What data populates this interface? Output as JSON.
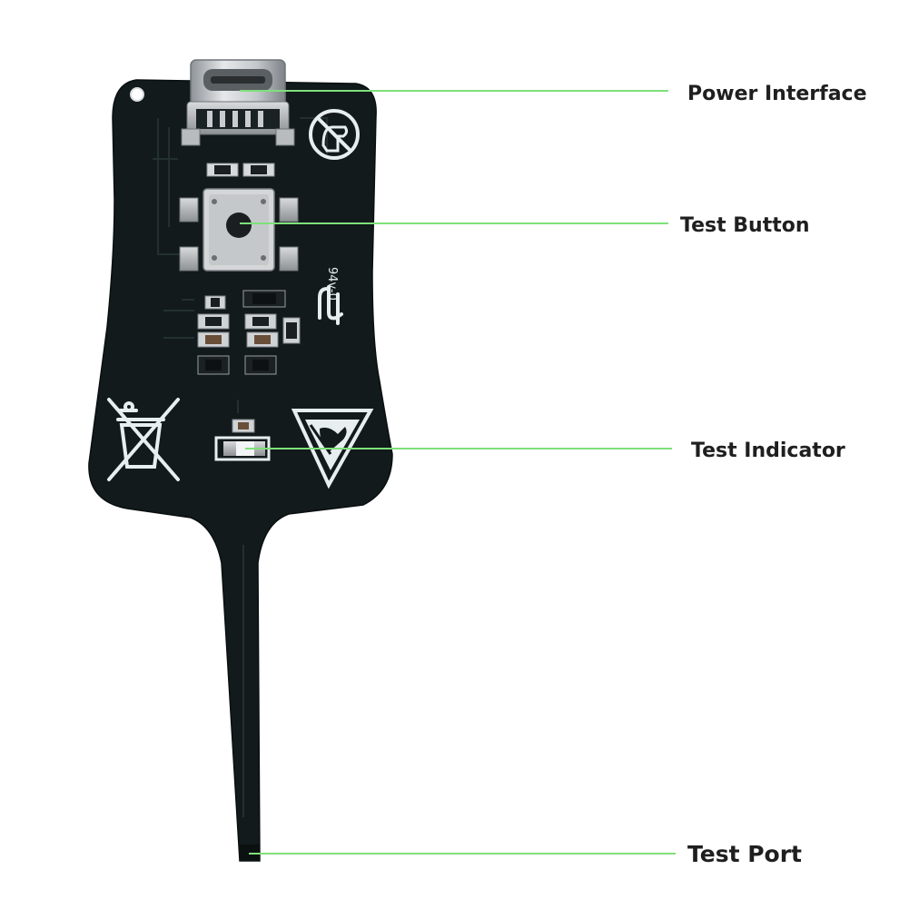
{
  "labels": {
    "power_interface": "Power Interface",
    "test_button": "Test Button",
    "test_indicator": "Test Indicator",
    "test_port": "Test Port"
  },
  "board_markings": {
    "ul_text": "94v-0"
  },
  "colors": {
    "pcb": "#121a1c",
    "silkscreen": "#e8eef0",
    "leader_line": "#7fe07a",
    "connector_metal": "#c9ccd0",
    "pad_metal": "#b7babd",
    "label_text": "#1f1f1f"
  },
  "icons": [
    "usb-c-connector",
    "tact-switch",
    "no-hand-icon",
    "ul-mark",
    "weee-bin-icon",
    "esd-warning-icon",
    "led-indicator"
  ]
}
